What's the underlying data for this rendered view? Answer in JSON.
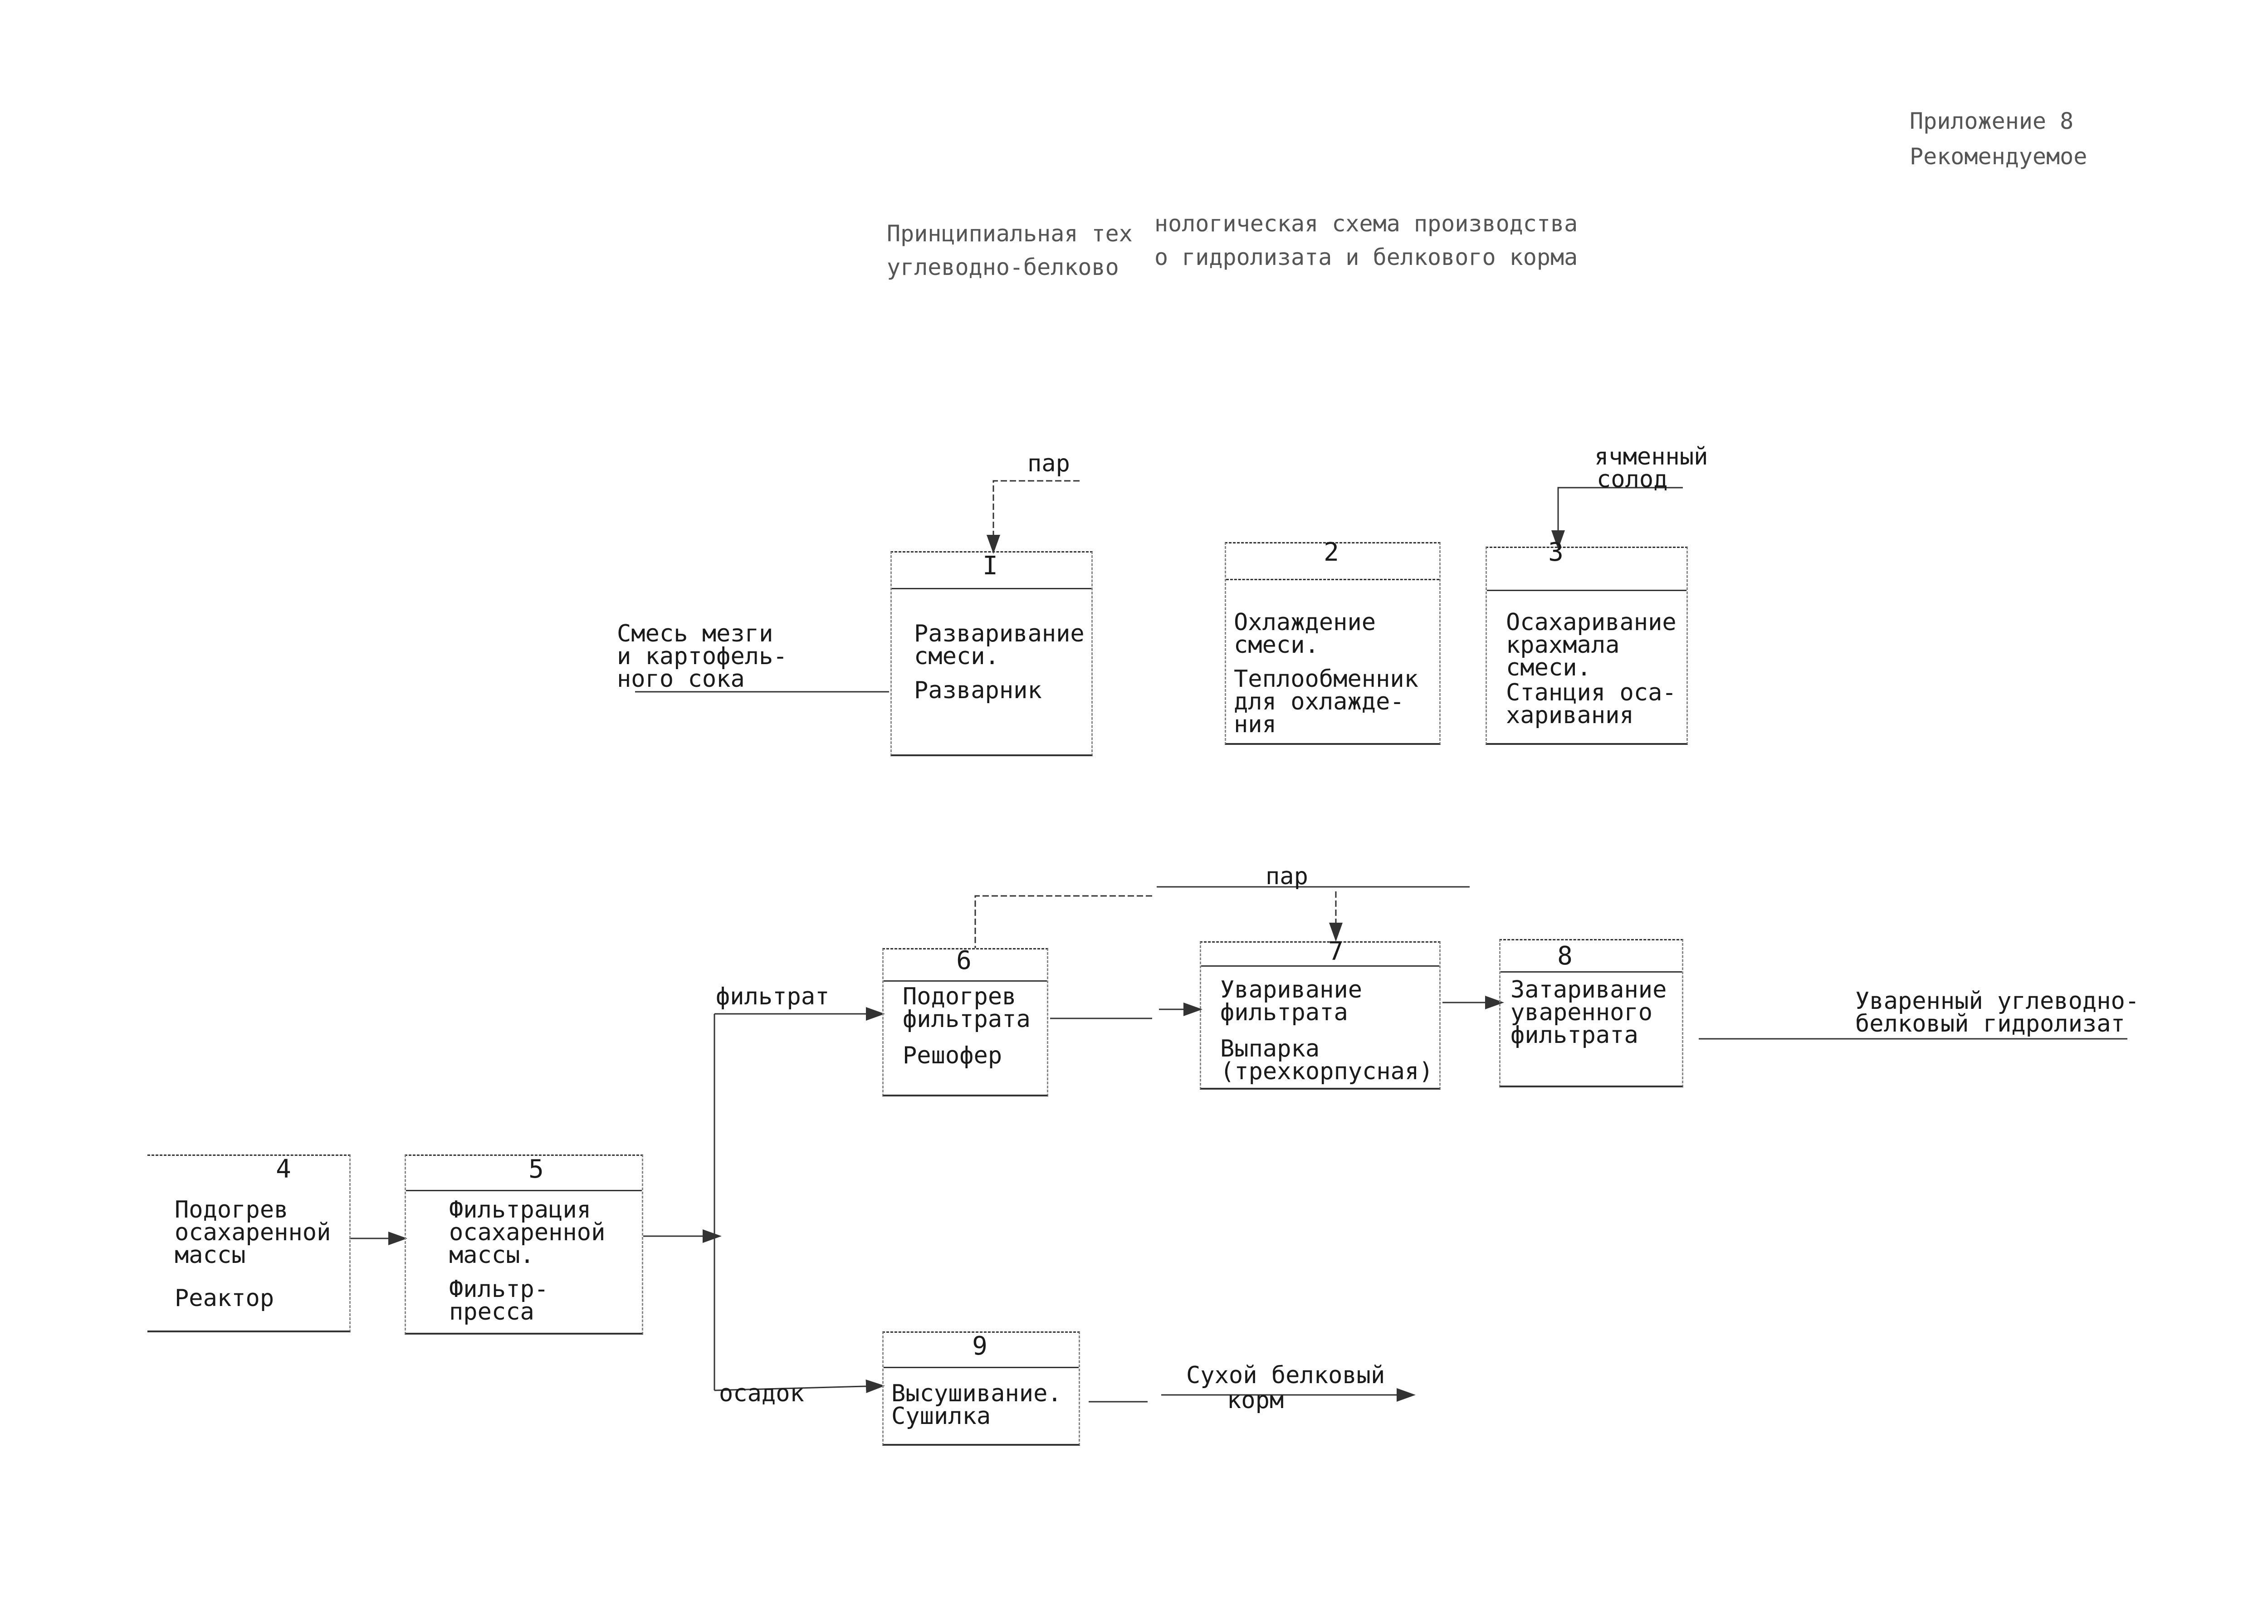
{
  "header": {
    "appendix": "Приложение 8",
    "status": "Рекомендуемое"
  },
  "title": {
    "line1_left": "Принципиальная тех",
    "line1_right": "нологическая схема производства",
    "line2_left": "углеводно-белково",
    "line2_right": "о гидролизата и белкового корма"
  },
  "inputs": {
    "steam_top": "пар",
    "malt_line1": "ячменный",
    "malt_line2": "солод",
    "mix_line1": "Смесь мезги",
    "mix_line2": "и картофель-",
    "mix_line3": "ного сока",
    "steam_middle": "пар"
  },
  "blocks": [
    {
      "id": 1,
      "number": "I",
      "lines": [
        "Разваривание",
        "смеси."
      ],
      "equipment": [
        "Разварник"
      ]
    },
    {
      "id": 2,
      "number": "2",
      "lines": [
        "Охлаждение",
        "смеси."
      ],
      "equipment": [
        "Теплообменник",
        "для охлажде-",
        "ния"
      ]
    },
    {
      "id": 3,
      "number": "3",
      "lines": [
        "Осахаривание",
        "крахмала",
        "смеси."
      ],
      "equipment": [
        "Станция оса-",
        "харивания"
      ]
    },
    {
      "id": 4,
      "number": "4",
      "lines": [
        "Подогрев",
        "осахаренной",
        "массы"
      ],
      "equipment": [
        "Реактор"
      ]
    },
    {
      "id": 5,
      "number": "5",
      "lines": [
        "Фильтрация",
        "осахаренной",
        "массы."
      ],
      "equipment": [
        "Фильтр-",
        "пресса"
      ]
    },
    {
      "id": 6,
      "number": "6",
      "lines": [
        "Подогрев",
        "фильтрата"
      ],
      "equipment": [
        "Решофер"
      ]
    },
    {
      "id": 7,
      "number": "7",
      "lines": [
        "Уваривание",
        "фильтрата"
      ],
      "equipment": [
        "Выпарка",
        "(трехкорпусная)"
      ]
    },
    {
      "id": 8,
      "number": "8",
      "lines": [
        "Затаривание",
        "уваренного",
        "фильтрата"
      ],
      "equipment": []
    },
    {
      "id": 9,
      "number": "9",
      "lines": [
        "Высушивание."
      ],
      "equipment": [
        "Сушилка"
      ]
    }
  ],
  "branches": {
    "filtrate": "фильтрат",
    "sediment": "осадок"
  },
  "outputs": {
    "hydrolysate_line1": "Уваренный углеводно-",
    "hydrolysate_line2": "белковый гидролизат",
    "feed_line1": "Сухой белковый",
    "feed_line2": "корм"
  }
}
